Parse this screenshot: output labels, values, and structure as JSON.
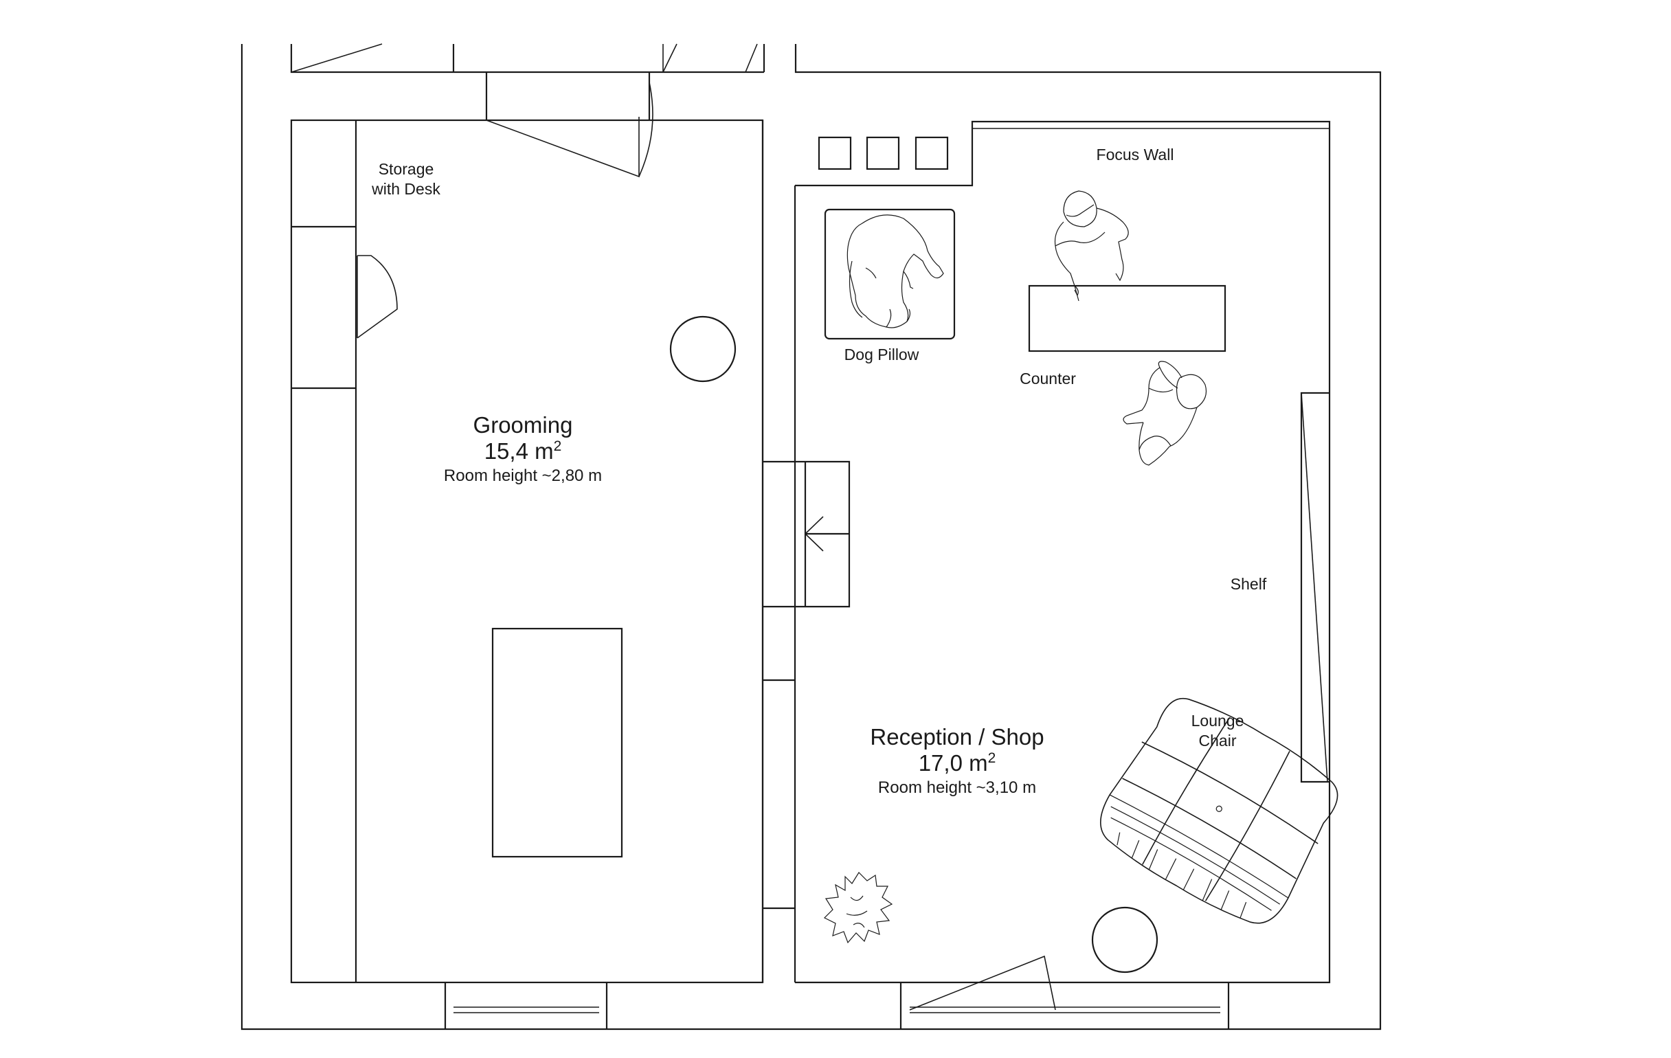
{
  "rooms": {
    "grooming": {
      "name": "Grooming",
      "area": "15,4 m",
      "area_sup": "2",
      "height": "Room height ~2,80 m"
    },
    "reception": {
      "name": "Reception / Shop",
      "area": "17,0 m",
      "area_sup": "2",
      "height": "Room height ~3,10 m"
    }
  },
  "labels": {
    "storage_line1": "Storage",
    "storage_line2": "with Desk",
    "focus_wall": "Focus Wall",
    "dog_pillow": "Dog Pillow",
    "counter": "Counter",
    "shelf": "Shelf",
    "lounge_line1": "Lounge",
    "lounge_line2": "Chair"
  },
  "colors": {
    "line": "#1a1a1a",
    "background": "#ffffff"
  },
  "icons": [
    "person-top-view-icon",
    "dog-top-view-icon",
    "plant-top-view-icon",
    "lounge-chair-icon",
    "door-swing-icon"
  ]
}
